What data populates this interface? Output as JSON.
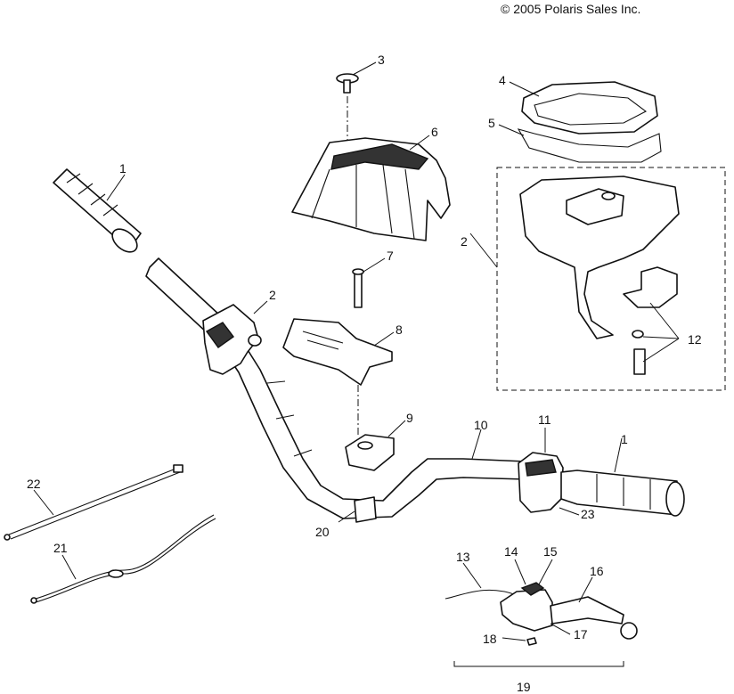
{
  "copyright": "© 2005 Polaris Sales Inc.",
  "callouts": {
    "c1a": "1",
    "c1b": "1",
    "c2a": "2",
    "c2b": "2",
    "c3": "3",
    "c4": "4",
    "c5": "5",
    "c6": "6",
    "c7": "7",
    "c8": "8",
    "c9": "9",
    "c10": "10",
    "c11": "11",
    "c12": "12",
    "c13": "13",
    "c14": "14",
    "c15": "15",
    "c16": "16",
    "c17": "17",
    "c18": "18",
    "c19": "19",
    "c20": "20",
    "c21": "21",
    "c22": "22",
    "c23": "23"
  }
}
